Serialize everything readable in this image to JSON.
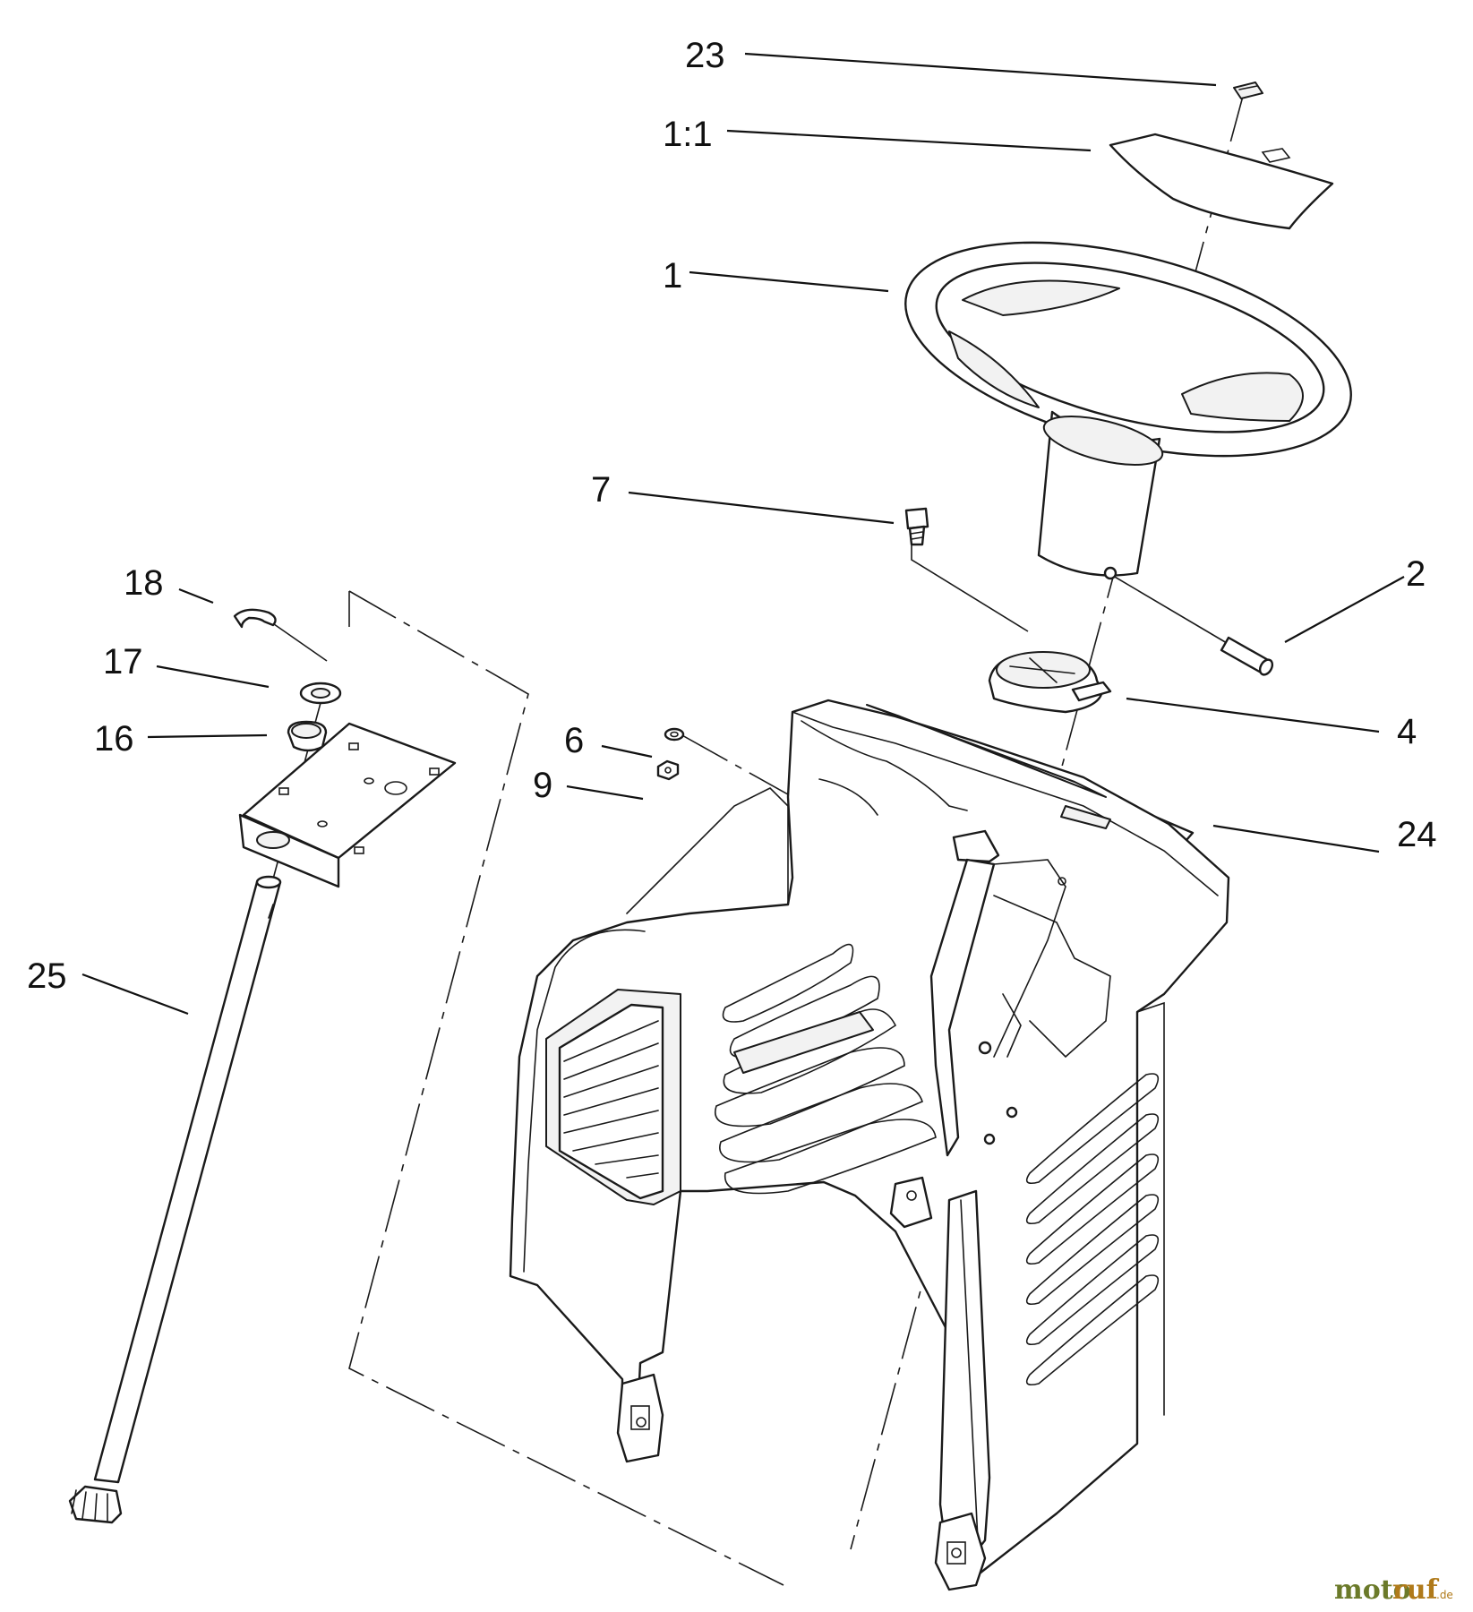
{
  "callouts": {
    "c23": "23",
    "c1_1": "1:1",
    "c1": "1",
    "c7": "7",
    "c2": "2",
    "c18": "18",
    "c17": "17",
    "c16": "16",
    "c6": "6",
    "c9": "9",
    "c4": "4",
    "c24": "24",
    "c25": "25"
  },
  "watermark": {
    "part1": "moto",
    "part2": "ruf",
    "suffix": ".de"
  }
}
